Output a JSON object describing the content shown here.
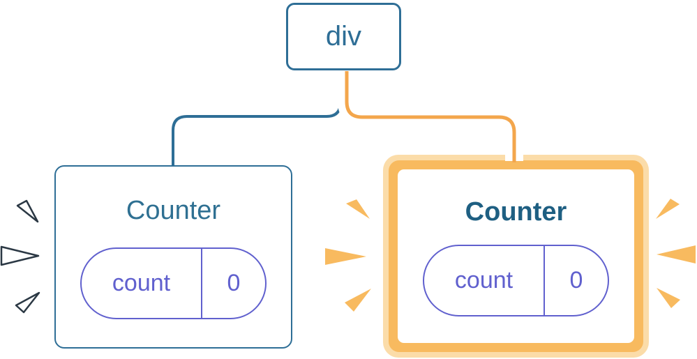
{
  "diagram": {
    "title": "react-component-tree-state-update",
    "root_node": {
      "label": "div"
    },
    "left_counter": {
      "title": "Counter",
      "state_key": "count",
      "state_value": "0",
      "highlighted": false
    },
    "right_counter": {
      "title": "Counter",
      "state_key": "count",
      "state_value": "0",
      "highlighted": true
    },
    "colors": {
      "node_border_blue": "#2E6E96",
      "title_teal": "#2F7092",
      "title_teal_bold": "#1E5F82",
      "state_purple": "#6060CE",
      "highlight_orange": "#F8BA5F",
      "highlight_orange_pale": "#FBDCA9",
      "connector_orange": "#F3A64C",
      "spark_outline_dark": "#2B3844",
      "background": "#FFFFFF"
    }
  }
}
